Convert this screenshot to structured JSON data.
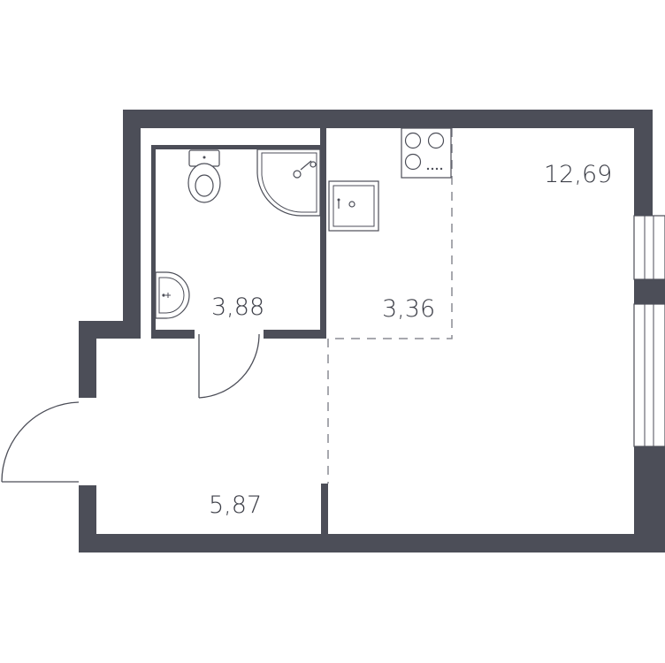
{
  "rooms": {
    "living": {
      "area": "12,69"
    },
    "kitchen": {
      "area": "3,36"
    },
    "bathroom": {
      "area": "3,88"
    },
    "hallway": {
      "area": "5,87"
    }
  },
  "colors": {
    "wall": "#4c4e58",
    "dash": "#8a8c94",
    "background": "#ffffff"
  }
}
